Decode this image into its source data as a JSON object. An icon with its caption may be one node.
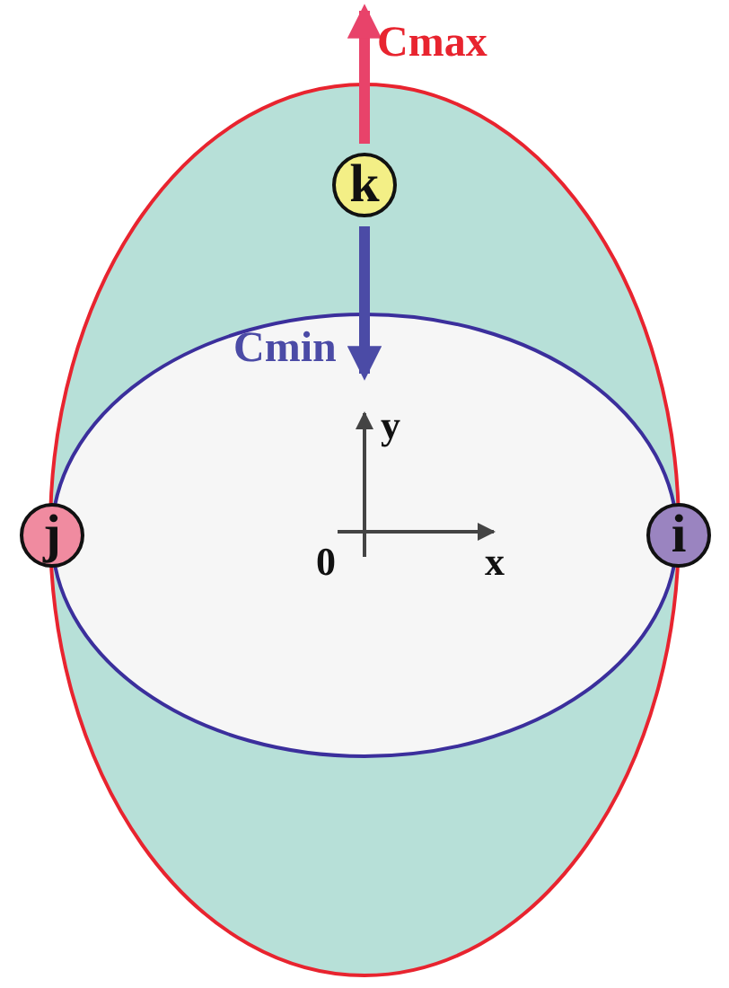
{
  "diagram": {
    "nodes": [
      {
        "text": [
          "k"
        ]
      },
      {
        "text": [
          "j"
        ]
      },
      {
        "text": [
          "i"
        ]
      }
    ],
    "labels": [
      "Cmax",
      "Cmin",
      "y",
      "0",
      "x"
    ]
  }
}
